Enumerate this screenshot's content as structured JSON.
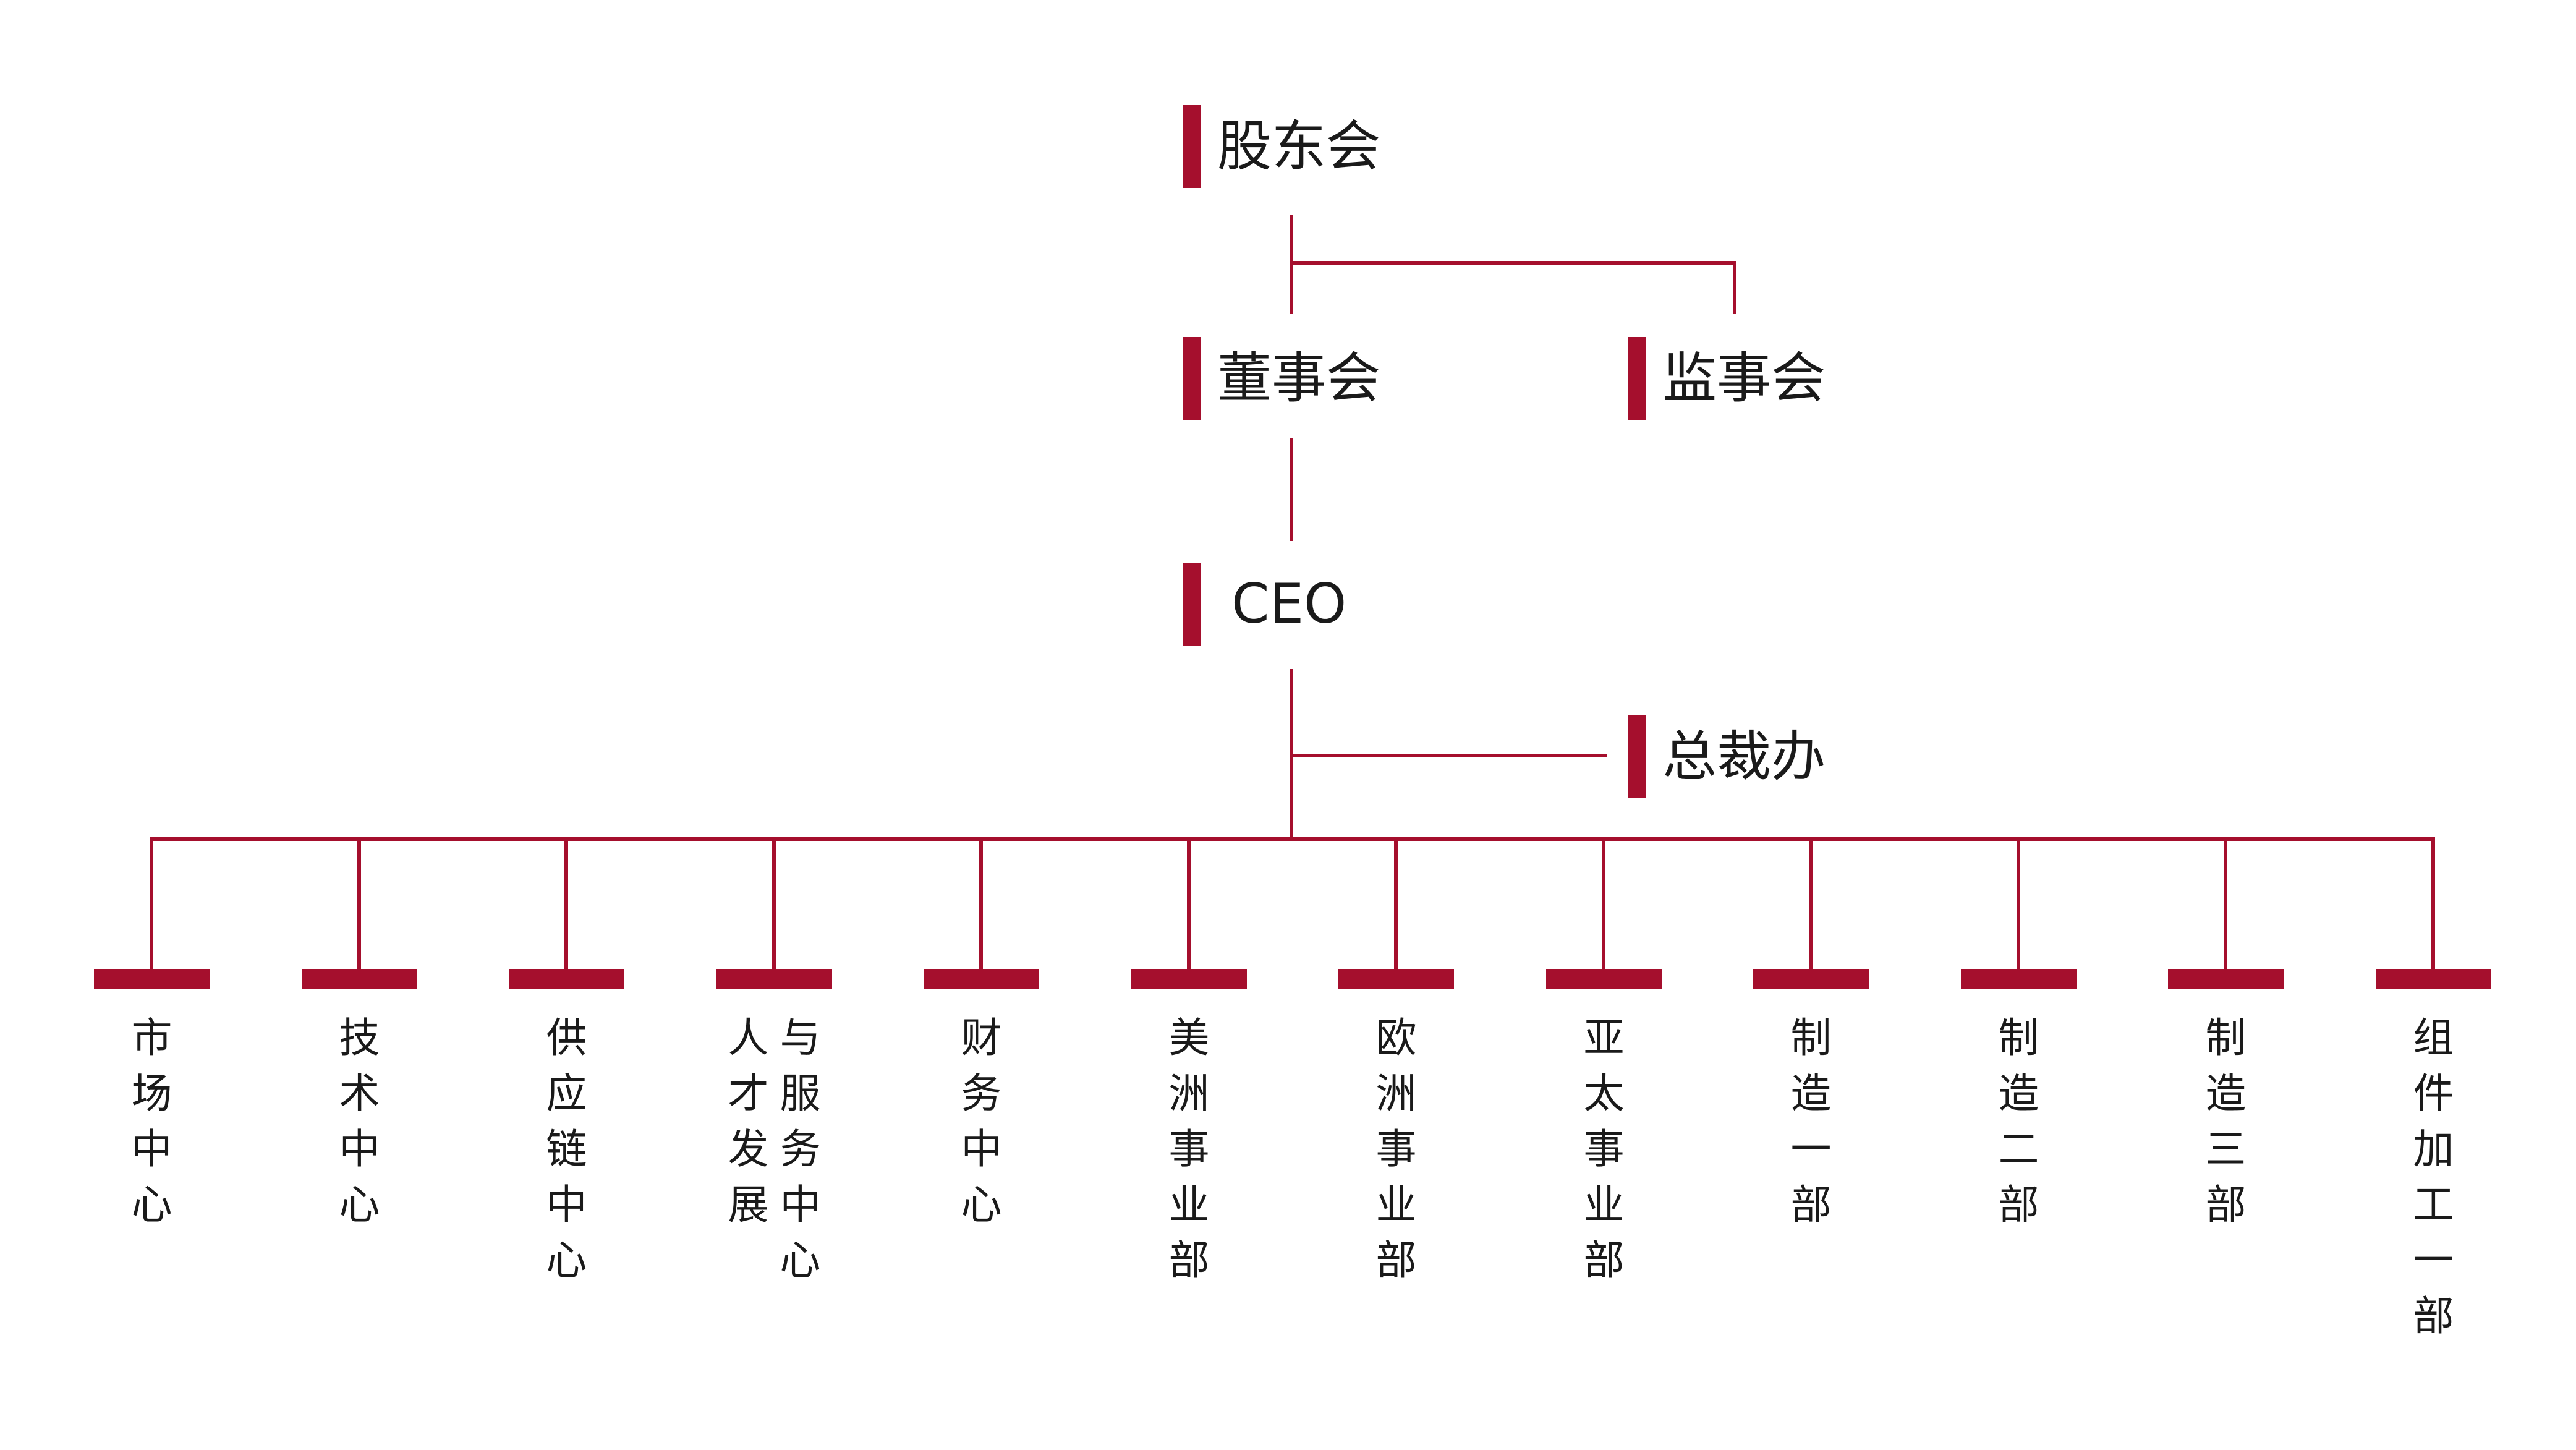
{
  "accent_color": "#a50f2d",
  "top": {
    "shareholders": "股东会",
    "board": "董事会",
    "supervisors": "监事会",
    "ceo": "CEO",
    "president_office": "总裁办"
  },
  "departments": [
    {
      "name": "市场中心",
      "columns": [
        "市场中心"
      ]
    },
    {
      "name": "技术中心",
      "columns": [
        "技术中心"
      ]
    },
    {
      "name": "供应链中心",
      "columns": [
        "供应链中心"
      ]
    },
    {
      "name": "人才发展与服务中心",
      "columns": [
        "人才发展",
        "与服务中心"
      ]
    },
    {
      "name": "财务中心",
      "columns": [
        "财务中心"
      ]
    },
    {
      "name": "美洲事业部",
      "columns": [
        "美洲事业部"
      ]
    },
    {
      "name": "欧洲事业部",
      "columns": [
        "欧洲事业部"
      ]
    },
    {
      "name": "亚太事业部",
      "columns": [
        "亚太事业部"
      ]
    },
    {
      "name": "制造一部",
      "columns": [
        "制造一部"
      ]
    },
    {
      "name": "制造二部",
      "columns": [
        "制造二部"
      ]
    },
    {
      "name": "制造三部",
      "columns": [
        "制造三部"
      ]
    },
    {
      "name": "组件加工一部",
      "columns": [
        "组件加工一部"
      ]
    }
  ]
}
